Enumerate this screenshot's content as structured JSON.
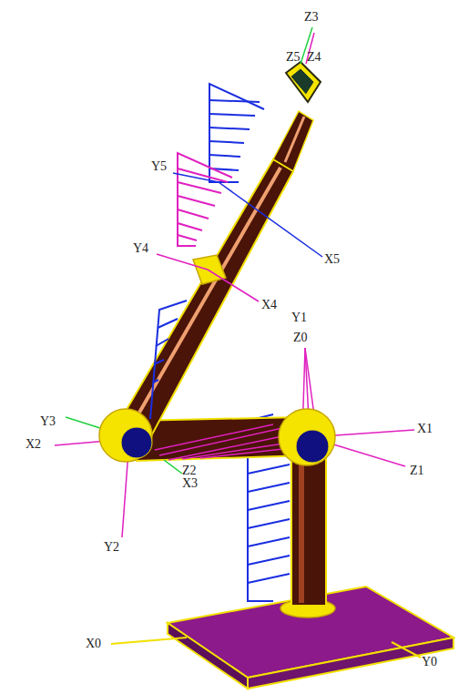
{
  "diagram": {
    "labels": [
      "Z3",
      "Z5",
      "Z4",
      "Y5",
      "Y4",
      "X5",
      "Y1",
      "X4",
      "Z0",
      "Y3",
      "X1",
      "X2",
      "Z1",
      "Z2",
      "X3",
      "Y2",
      "X0",
      "Y0"
    ]
  }
}
